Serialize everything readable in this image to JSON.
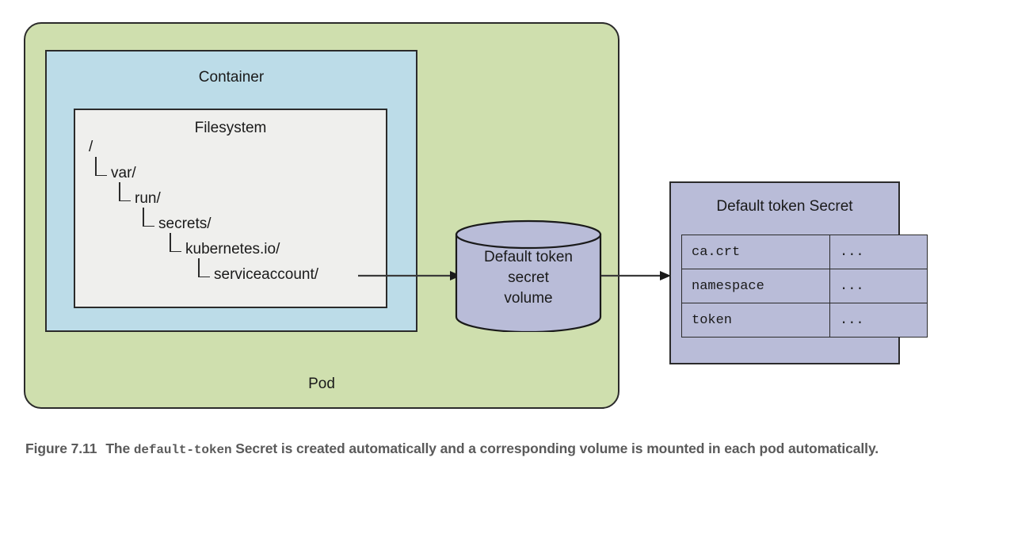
{
  "diagram": {
    "pod": {
      "label": "Pod",
      "fill": "#cfdfae",
      "stroke": "#2b2b2b"
    },
    "container": {
      "label": "Container",
      "fill": "#bcdce8",
      "stroke": "#2b2b2b"
    },
    "filesystem": {
      "label": "Filesystem",
      "fill": "#efefed",
      "stroke": "#2b2b2b",
      "tree": [
        {
          "depth": 0,
          "name": "/",
          "elbow": false
        },
        {
          "depth": 1,
          "name": "var/",
          "elbow": true
        },
        {
          "depth": 2,
          "name": "run/",
          "elbow": true
        },
        {
          "depth": 3,
          "name": "secrets/",
          "elbow": true
        },
        {
          "depth": 4,
          "name": "kubernetes.io/",
          "elbow": true
        },
        {
          "depth": 5,
          "name": "serviceaccount/",
          "elbow": true
        }
      ]
    },
    "volume": {
      "label_line1": "Default token",
      "label_line2": "secret",
      "label_line3": "volume",
      "fill": "#b9bcd8",
      "stroke": "#1a1a1a"
    },
    "secret": {
      "title": "Default token Secret",
      "fill": "#b9bcd8",
      "stroke": "#2b2b2b",
      "rows": [
        {
          "key": "ca.crt",
          "value": "..."
        },
        {
          "key": "namespace",
          "value": "..."
        },
        {
          "key": "token",
          "value": "..."
        }
      ]
    },
    "arrows": [
      {
        "name": "serviceaccount-to-volume",
        "from": "serviceaccount/",
        "to": "Default token secret volume"
      },
      {
        "name": "volume-to-secret",
        "from": "Default token secret volume",
        "to": "Default token Secret"
      }
    ]
  },
  "caption": {
    "figure_number": "Figure 7.11",
    "text_before_code": "The",
    "code": "default-token",
    "text_after_code": "Secret is created automatically and a corresponding volume is mounted in each pod automatically.",
    "color": "#5a5a5a"
  }
}
